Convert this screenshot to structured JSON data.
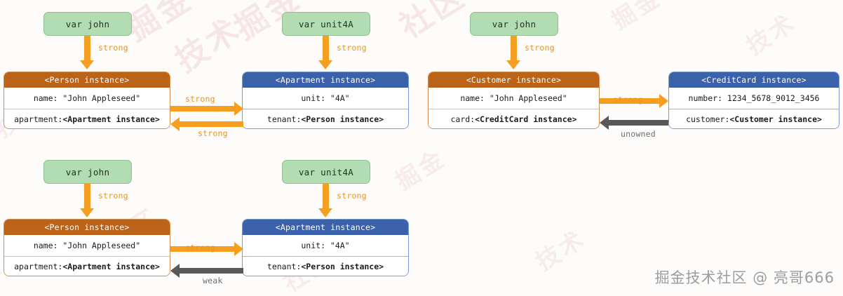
{
  "labels": {
    "strong": "strong",
    "weak": "weak",
    "unowned": "unowned"
  },
  "colors": {
    "orange_header": "#bb6419",
    "blue_header": "#3c61ab",
    "green_var": "#b2ddb3",
    "arrow_strong": "#f59e20",
    "arrow_weak": "#585858",
    "background": "#fdfcfb",
    "label_strong": "#e8941f",
    "label_gray": "#6e6e6e"
  },
  "variables": {
    "john": "var john",
    "unit4A": "var unit4A"
  },
  "instances": {
    "person": {
      "title": "<Person instance>",
      "row1": "name: \"John Appleseed\"",
      "row2_key": "apartment: ",
      "row2_val": "<Apartment instance>"
    },
    "apartment": {
      "title": "<Apartment instance>",
      "row1": "unit: \"4A\"",
      "row2_key": "tenant: ",
      "row2_val": "<Person instance>"
    },
    "customer": {
      "title": "<Customer instance>",
      "row1": "name: \"John Appleseed\"",
      "row2_key": "card: ",
      "row2_val": "<CreditCard instance>"
    },
    "creditcard": {
      "title": "<CreditCard instance>",
      "row1": "number: 1234_5678_9012_3456",
      "row2_key": "customer: ",
      "row2_val": "<Customer instance>"
    }
  },
  "watermark": {
    "corner": "掘金技术社区 @ 亮哥666",
    "bg": [
      "掘金",
      "技术",
      "社区",
      "掘金",
      "技术",
      "社区",
      "掘金",
      "技术",
      "社区",
      "掘金",
      "技术",
      "社区"
    ]
  }
}
